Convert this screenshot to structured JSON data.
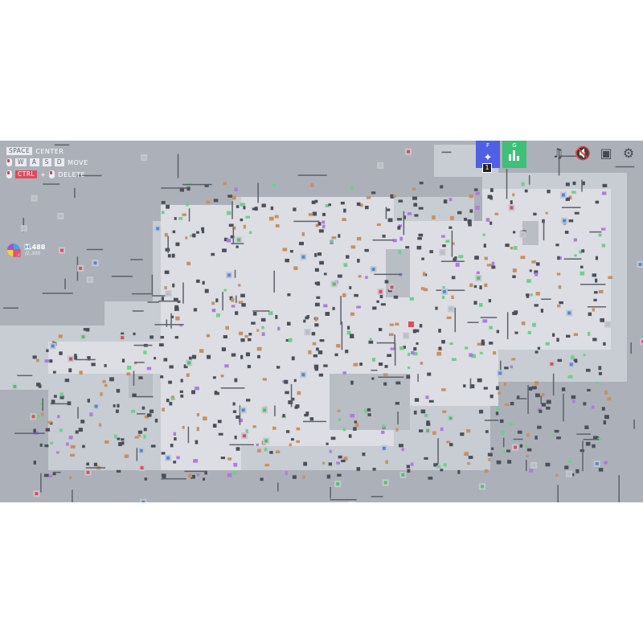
{
  "hints": [
    {
      "keys": [
        "SPACE"
      ],
      "action": "CENTER"
    },
    {
      "keys": [
        "W",
        "A",
        "S",
        "D"
      ],
      "action": "MOVE"
    },
    {
      "keys": [
        "CTRL"
      ],
      "plus": "+",
      "action": "DELETE"
    }
  ],
  "currency": {
    "value": "1,488",
    "goal": "/2,300"
  },
  "toolbar": {
    "wand": {
      "key": "F",
      "badge": "1",
      "color": "#4f5fe6"
    },
    "stats": {
      "key": "G",
      "color": "#3fbf78"
    },
    "music_icon": "music-off-icon",
    "sound_icon": "sound-muted-icon",
    "save_icon": "save-icon",
    "settings_icon": "gear-icon"
  },
  "colors": {
    "background": "#acb1b9",
    "zone": "#c8ccd3",
    "zone_light": "#dcdee3"
  }
}
